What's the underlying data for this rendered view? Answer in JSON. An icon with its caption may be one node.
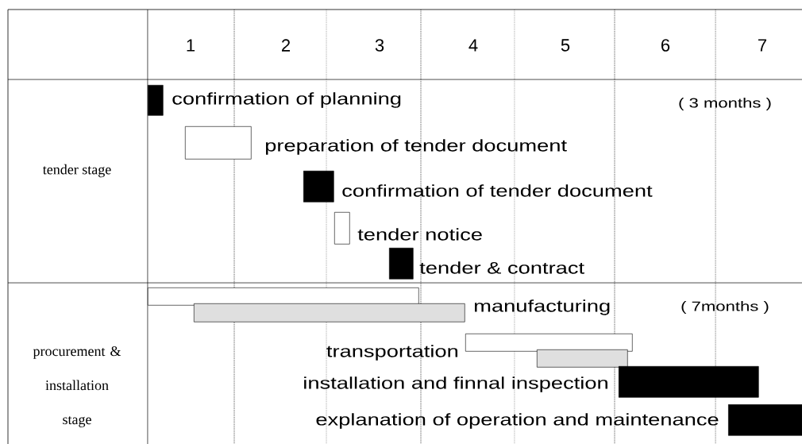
{
  "diagram": {
    "nodes": [
      {
        "text": [],
        "shape": "bar",
        "beside": [
          "confirmation of planning"
        ]
      },
      {
        "text": [],
        "shape": "bar",
        "beside": [
          "preparation of tender document"
        ]
      },
      {
        "text": [],
        "shape": "bar",
        "beside": [
          "confirmation of tender document"
        ]
      },
      {
        "text": [],
        "shape": "bar",
        "beside": [
          "tender notice"
        ]
      },
      {
        "text": [],
        "shape": "bar",
        "beside": [
          "tender &  contract"
        ]
      },
      {
        "text": [],
        "shape": "bar"
      },
      {
        "text": [],
        "shape": "bar",
        "beside": [
          "manufacturing"
        ]
      },
      {
        "text": [],
        "shape": "bar",
        "beside": [
          "transportation"
        ]
      },
      {
        "text": [],
        "shape": "bar"
      },
      {
        "text": [],
        "shape": "bar",
        "beside": [
          "installation and finnal inspection"
        ]
      },
      {
        "text": [],
        "shape": "bar",
        "beside": [
          "explanation of operation and maintenance"
        ]
      }
    ],
    "labels": [
      "1",
      "2",
      "3",
      "4",
      "5",
      "6",
      "7",
      "tender stage",
      "( 3 months )",
      "procurement & installation stage",
      "( 7months )"
    ]
  }
}
